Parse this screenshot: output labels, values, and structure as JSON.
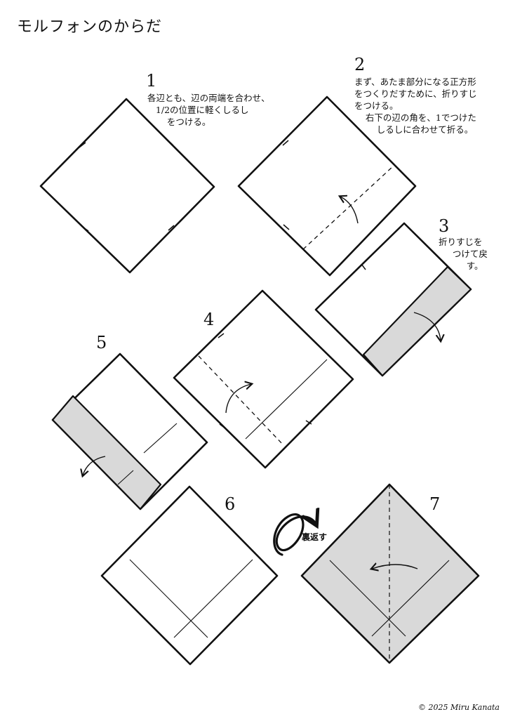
{
  "title": "モルフォンのからだ",
  "steps": [
    {
      "number": "1",
      "note": "各辺とも、辺の両端を合わせ、\n   1/2の位置に軽くしるし\n       をつける。"
    },
    {
      "number": "2",
      "note": "まず、あたま部分になる正方形\nをつくりだすために、折りすじ\nをつける。\n    右下の辺の角を、1でつけた\n        しるしに合わせて折る。"
    },
    {
      "number": "3",
      "note": "折りすじを\n     つけて戻\n          す。"
    },
    {
      "number": "4",
      "note": ""
    },
    {
      "number": "5",
      "note": ""
    },
    {
      "number": "6",
      "note": ""
    },
    {
      "number": "7",
      "note": ""
    }
  ],
  "flip_label": "裏返す",
  "copyright": "© 2025 Miru Kanata",
  "colors": {
    "line": "#111111",
    "shade": "#d9d9d9",
    "paper": "#ffffff"
  }
}
